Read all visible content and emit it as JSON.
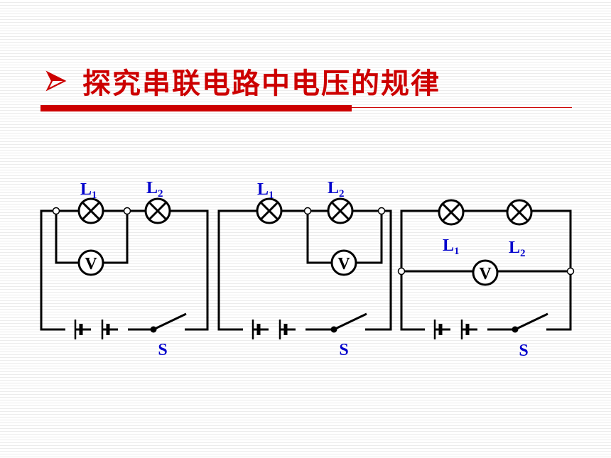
{
  "title": {
    "text": "探究串联电路中电压的规律",
    "color": "#cc0000"
  },
  "diagrams": [
    {
      "lamp1": {
        "main": "L",
        "sub": "1"
      },
      "lamp2": {
        "main": "L",
        "sub": "2"
      },
      "meter": "V",
      "switch": "S"
    },
    {
      "lamp1": {
        "main": "L",
        "sub": "1"
      },
      "lamp2": {
        "main": "L",
        "sub": "2"
      },
      "meter": "V",
      "switch": "S"
    },
    {
      "lamp1": {
        "main": "L",
        "sub": "1"
      },
      "lamp2": {
        "main": "L",
        "sub": "2"
      },
      "meter": "V",
      "switch": "S"
    }
  ],
  "colors": {
    "label": "#0000cc",
    "wire": "#000000",
    "accent": "#cc0000"
  }
}
